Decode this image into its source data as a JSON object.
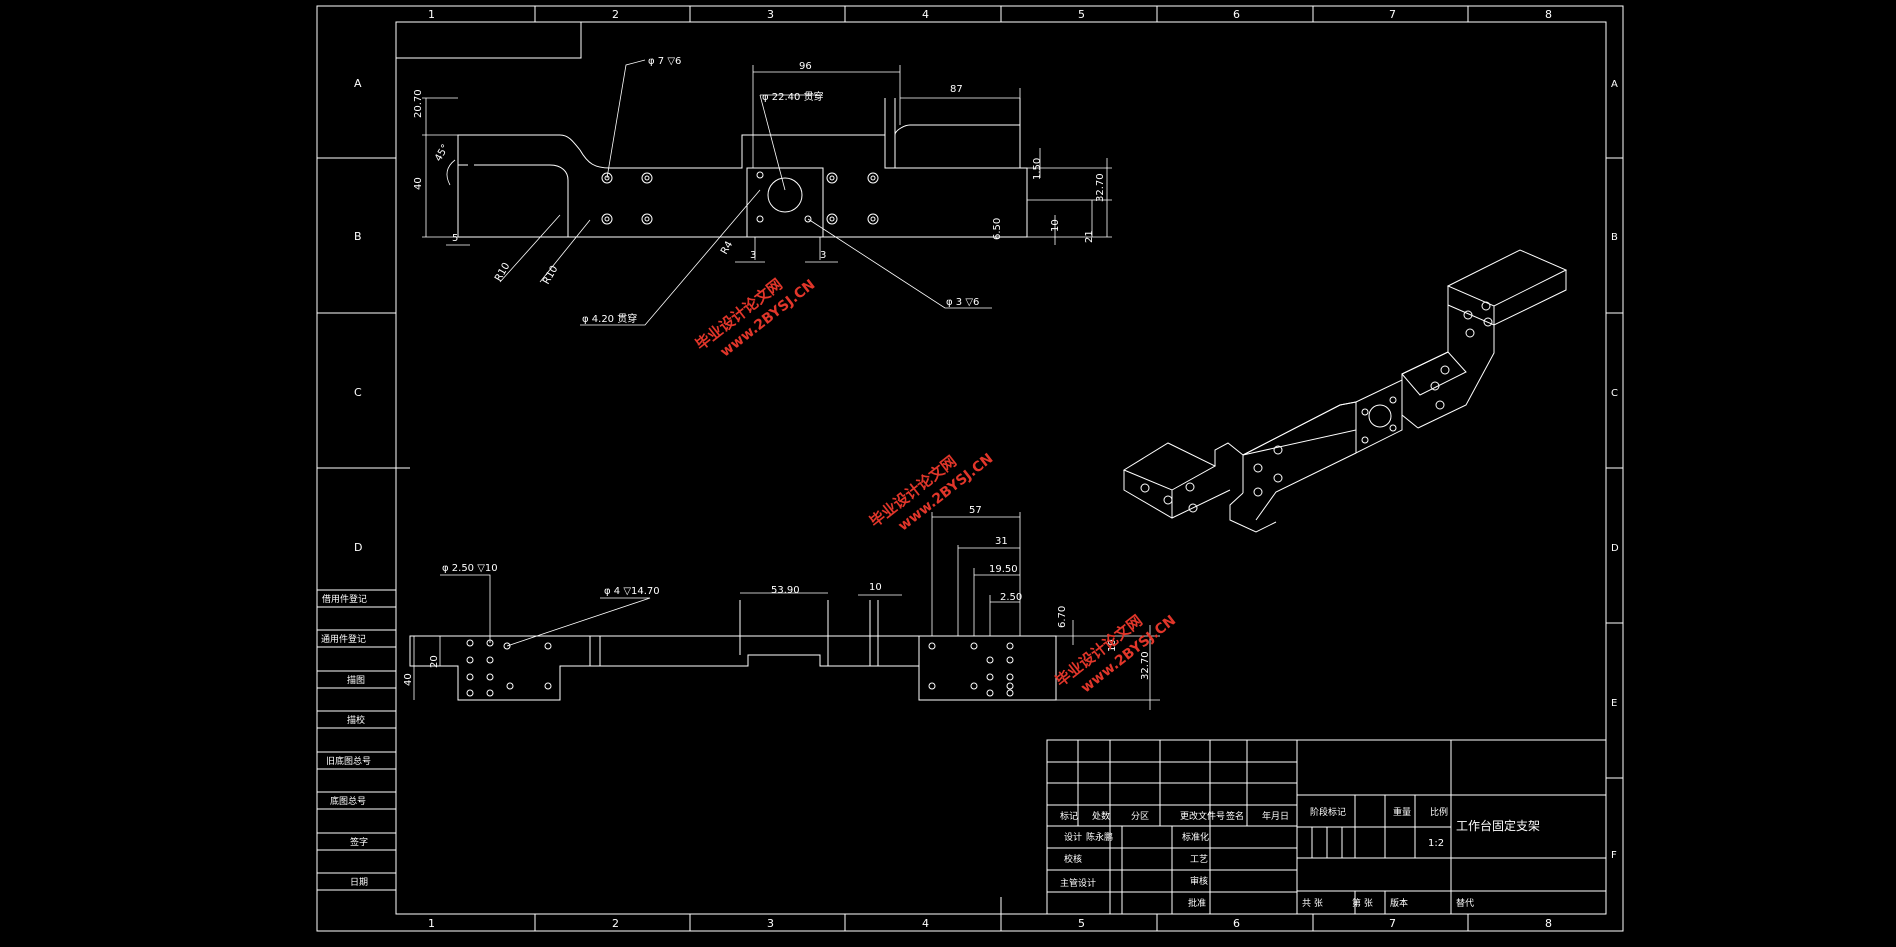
{
  "sheet": {
    "col_labels": [
      "1",
      "2",
      "3",
      "4",
      "5",
      "6",
      "7",
      "8"
    ],
    "row_labels": [
      "A",
      "B",
      "C",
      "D",
      "E",
      "F"
    ]
  },
  "left_strip_labels": [
    "借用件登记",
    "旧底图总号",
    "底图总号",
    "签字",
    "日期",
    "描图",
    "描校",
    "通用件登记"
  ],
  "title_block": {
    "header_cells": [
      "标记",
      "处数",
      "分区",
      "更改文件号",
      "签名",
      "年月日"
    ],
    "role_design": "设计",
    "designer_name": "陈永鹏",
    "role_check": "校核",
    "role_process_design": "主管设计",
    "role_standard": "标准化",
    "role_process": "工艺",
    "role_review": "审核",
    "role_approve": "批准",
    "stage_mark_label": "阶段标记",
    "weight_label": "重量",
    "scale_label": "比例",
    "scale_value": "1:2",
    "drawing_title": "工作台固定支架",
    "sheets_label": "共 张",
    "sheet_no_label": "第 张",
    "version_label": "版本",
    "replaces_label": "替代"
  },
  "view1_dims": {
    "d_hole1": "φ 7 ▽6",
    "d_22": "φ 22.40 贯穿",
    "d_96": "96",
    "d_87": "87",
    "d_2070": "20.70",
    "d_45": "45°",
    "d_40": "40",
    "d_5": "5",
    "d_r10a": "R10",
    "d_r10b": "R10",
    "d_r4": "R4",
    "d_3a": "3",
    "d_3b": "3",
    "d_420": "φ 4.20 贯穿",
    "d_3v6": "φ 3 ▽6",
    "d_3270": "32.70",
    "d_650": "6.50",
    "d_10": "10",
    "d_21": "21",
    "d_135": "1.50"
  },
  "view2_dims": {
    "d_250": "φ 2.50 ▽10",
    "d_4v": "φ 4 ▽14.70",
    "d_5390": "53.90",
    "d_10": "10",
    "d_57": "57",
    "d_31": "31",
    "d_1950": "19.50",
    "d_250b": "2.50",
    "d_670": "6.70",
    "d_10v": "10",
    "d_3270": "32.70",
    "d_20": "20",
    "d_40": "40"
  },
  "watermarks": [
    {
      "cn": "毕业设计论文网",
      "url": "www.2BYSJ.CN"
    },
    {
      "cn": "毕业设计论文网",
      "url": "www.2BYSJ.CN"
    },
    {
      "cn": "毕业设计论文网",
      "url": "www.2BYSJ.CN"
    }
  ],
  "colors": {
    "background": "#000000",
    "line": "#ffffff",
    "watermark": "#e2362a"
  }
}
